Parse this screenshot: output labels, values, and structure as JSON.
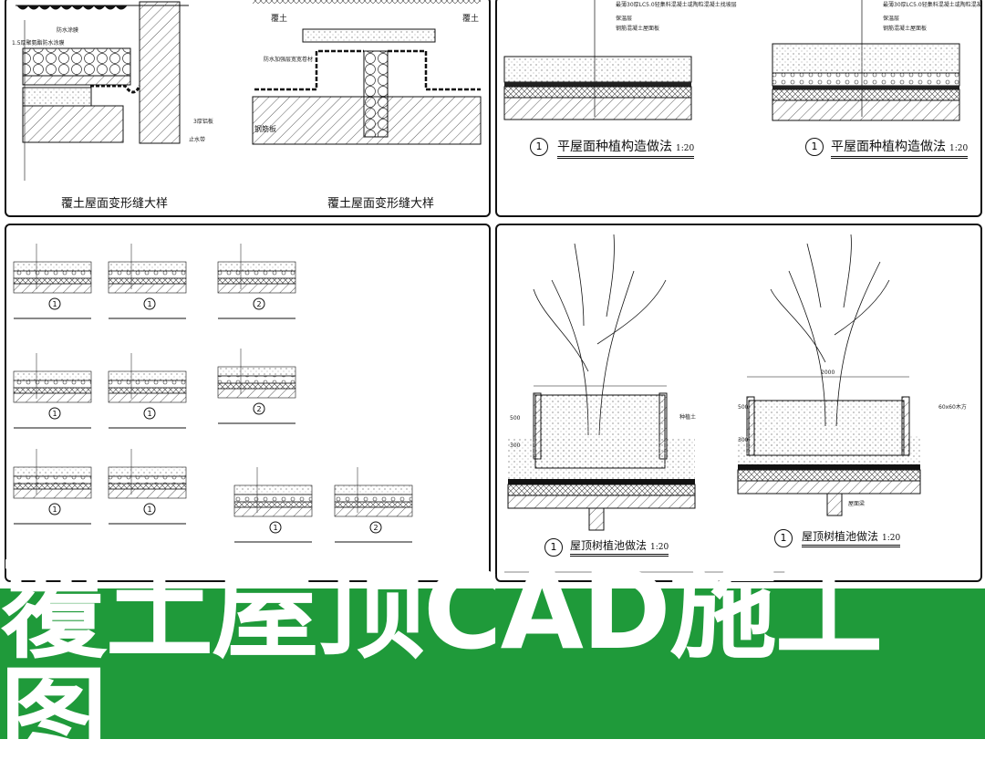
{
  "colors": {
    "banner": "#1f9a3a",
    "line": "#111111"
  },
  "banner": {
    "title": "覆土屋顶CAD施工图"
  },
  "panels": {
    "top_left": {
      "caption_left": "覆土屋面变形缝大样",
      "caption_right": "覆土屋面变形缝大样",
      "labels": [
        "覆土",
        "覆土",
        "防水涂膜",
        "1.5厚聚氨酯防水涂膜",
        "止水带",
        "3厚铝板",
        "防水加强层宽宽卷材",
        "钢筋板"
      ]
    },
    "top_right": {
      "details": [
        {
          "number": "1",
          "title": "平屋面种植构造做法",
          "scale": "1:20"
        },
        {
          "number": "1",
          "title": "平屋面种植构造做法",
          "scale": "1:20"
        }
      ],
      "labels": [
        "最薄30厚LC5.0轻集料混凝土或陶粒混凝土找坡层",
        "保温层",
        "钢筋混凝土屋面板"
      ]
    },
    "bottom_left": {
      "detail_numbers": [
        "1",
        "1",
        "2",
        "1",
        "1",
        "2",
        "1",
        "1",
        "1",
        "2"
      ]
    },
    "bottom_right": {
      "details": [
        {
          "number": "1",
          "title": "屋顶树植池做法",
          "scale": "1:20"
        },
        {
          "number": "1",
          "title": "屋顶树植池做法",
          "scale": "1:20"
        }
      ],
      "dims": [
        "500",
        "300",
        "2000",
        "500",
        "300"
      ],
      "labels": [
        "60x60木方",
        "种植土",
        "屋面梁"
      ]
    }
  }
}
